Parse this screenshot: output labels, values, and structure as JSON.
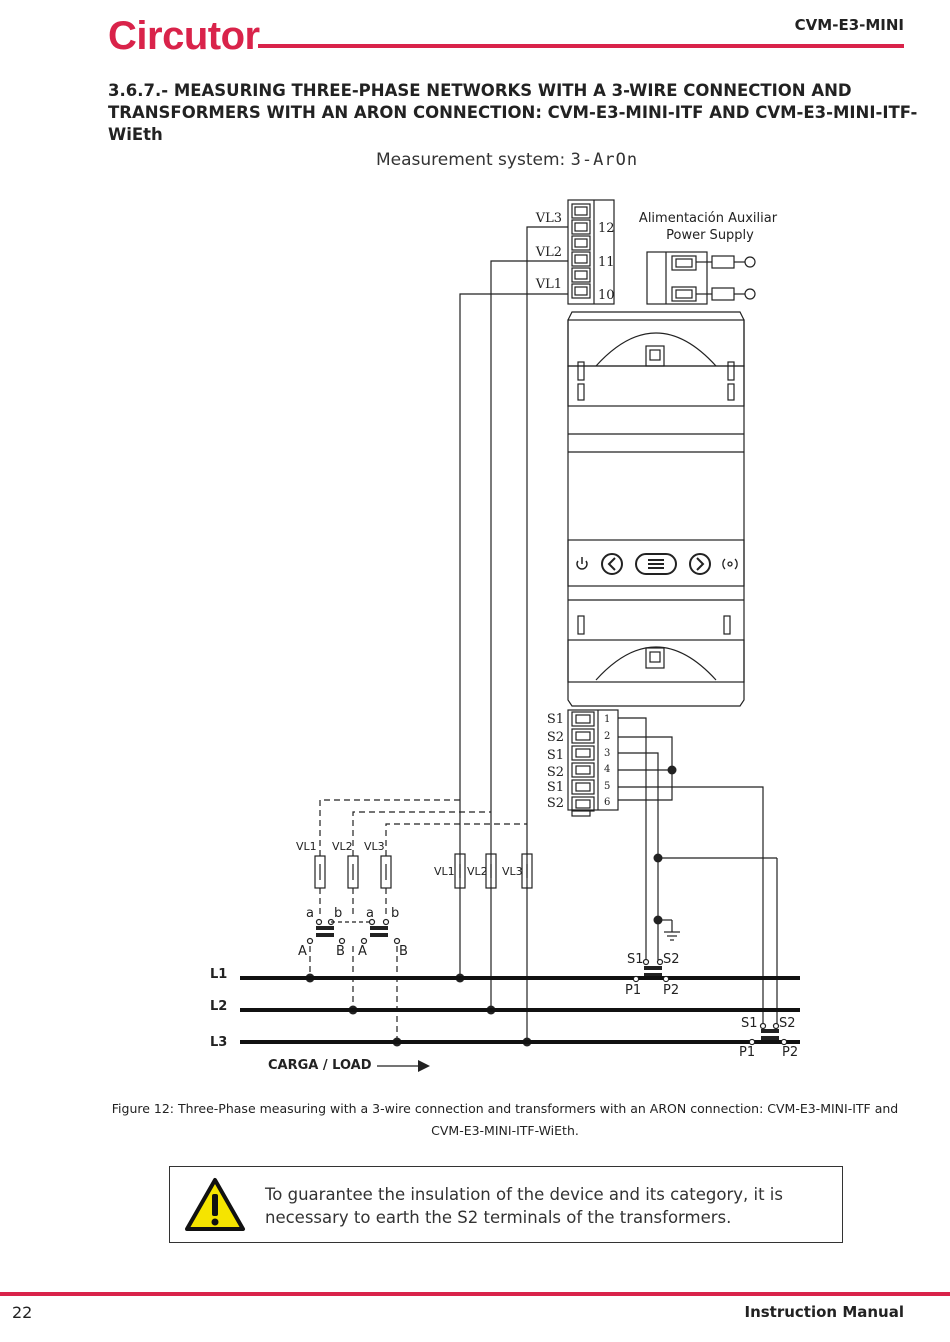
{
  "header": {
    "logo_text": "Circutor",
    "document_code": "CVM-E3-MINI"
  },
  "section": {
    "title": "3.6.7.- MEASURING THREE-PHASE NETWORKS WITH A 3-WIRE CONNECTION AND TRANSFORMERS WITH AN ARON CONNECTION: CVM-E3-MINI-ITF AND CVM-E3-MINI-ITF-WiEth"
  },
  "measurement": {
    "label": "Measurement system: ",
    "code": "3-ArOn"
  },
  "diagram": {
    "voltage_terminals": [
      {
        "label": "VL3",
        "number": "12"
      },
      {
        "label": "VL2",
        "number": "11"
      },
      {
        "label": "VL1",
        "number": "10"
      }
    ],
    "aux_supply_es": "Alimentación  Auxiliar",
    "aux_supply_en": "Power Supply",
    "current_terminals": [
      {
        "label": "S1",
        "number": "1"
      },
      {
        "label": "S2",
        "number": "2"
      },
      {
        "label": "S1",
        "number": "3"
      },
      {
        "label": "S2",
        "number": "4"
      },
      {
        "label": "S1",
        "number": "5"
      },
      {
        "label": "S2",
        "number": "6"
      }
    ],
    "vt_labels": [
      "VL1",
      "VL2",
      "VL3"
    ],
    "fuse_labels": [
      "VL1",
      "VL2",
      "VL3"
    ],
    "vt_secondary": [
      "a",
      "b",
      "a",
      "b"
    ],
    "vt_primary": [
      "A",
      "B",
      "A",
      "B"
    ],
    "lines": [
      "L1",
      "L2",
      "L3"
    ],
    "ct1": {
      "s1": "S1",
      "s2": "S2",
      "p1": "P1",
      "p2": "P2"
    },
    "ct2": {
      "s1": "S1",
      "s2": "S2",
      "p1": "P1",
      "p2": "P2"
    },
    "load_label": "CARGA / LOAD"
  },
  "caption": "Figure 12: Three-Phase measuring with a 3-wire connection and transformers with an ARON connection: CVM-E3-MINI-ITF and CVM-E3-MINI-ITF-WiEth.",
  "warning": {
    "icon": "warning-triangle-icon",
    "text": "To guarantee the insulation of the device and its category, it is necessary to earth the S2 terminals of the transformers."
  },
  "footer": {
    "page_number": "22",
    "label": "Instruction Manual"
  }
}
